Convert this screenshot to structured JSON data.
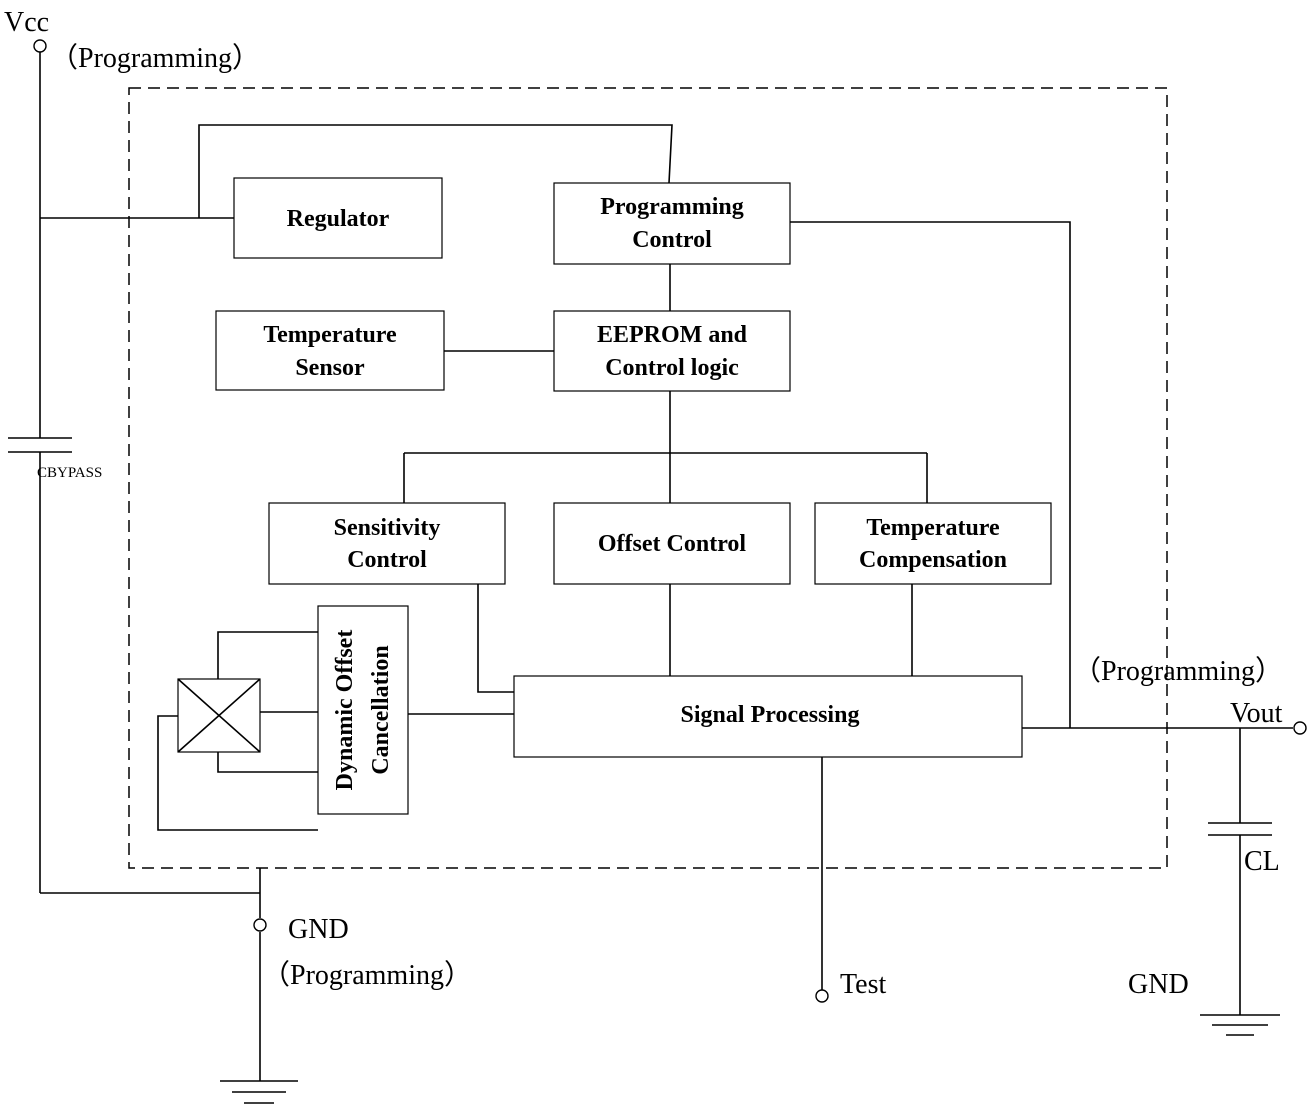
{
  "blocks": {
    "regulator": "Regulator",
    "programming_control": [
      "Programming",
      "Control"
    ],
    "temperature_sensor": [
      "Temperature",
      "Sensor"
    ],
    "eeprom": [
      "EEPROM and",
      "Control logic"
    ],
    "sensitivity_control": [
      "Sensitivity",
      "Control"
    ],
    "offset_control": "Offset Control",
    "temperature_compensation": [
      "Temperature",
      "Compensation"
    ],
    "signal_processing": "Signal Processing",
    "dynamic_offset": [
      "Dynamic Offset",
      "Cancellation"
    ]
  },
  "pins": {
    "vcc": "Vcc",
    "vcc_note": "（Programming）",
    "gnd": "GND",
    "gnd_note": "（Programming）",
    "test": "Test",
    "vout": "Vout",
    "vout_note": "（Programming）",
    "gnd_load": "GND"
  },
  "components": {
    "cbypass": "CBYPASS",
    "cl": "CL"
  }
}
